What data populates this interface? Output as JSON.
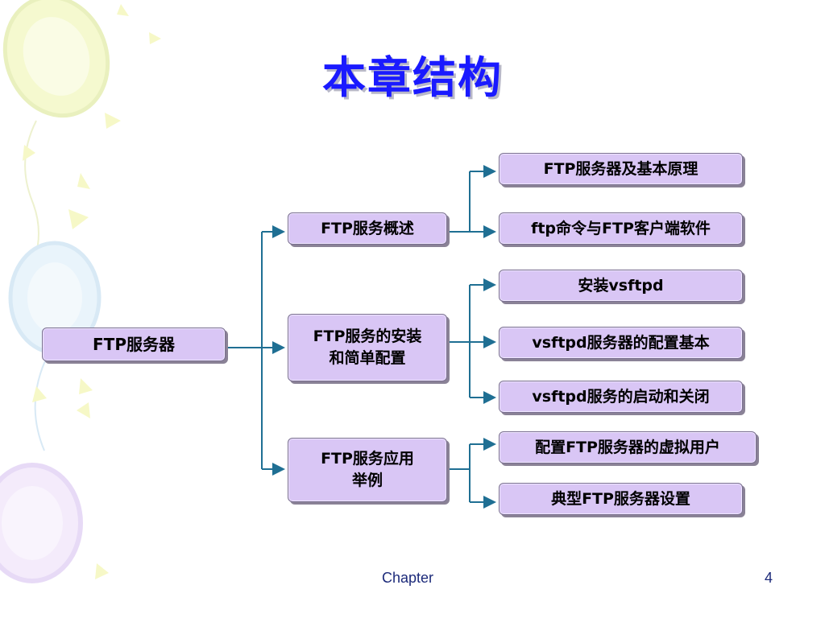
{
  "slide": {
    "title": "本章结构",
    "footer_text": "Chapter",
    "page_number": "4"
  },
  "diagram": {
    "root": "FTP服务器",
    "sections": [
      {
        "label": "FTP服务概述",
        "children": [
          "FTP服务器及基本原理",
          "ftp命令与FTP客户端软件"
        ]
      },
      {
        "label": "FTP服务的安装\n和简单配置",
        "children": [
          "安装vsftpd",
          "vsftpd服务器的配置基本",
          "vsftpd服务的启动和关闭"
        ]
      },
      {
        "label": "FTP服务应用\n举例",
        "children": [
          "配置FTP服务器的虚拟用户",
          "典型FTP服务器设置"
        ]
      }
    ]
  },
  "colors": {
    "title": "#1a1aff",
    "box_fill": "#d9c6f5",
    "connector": "#1f6f93"
  }
}
